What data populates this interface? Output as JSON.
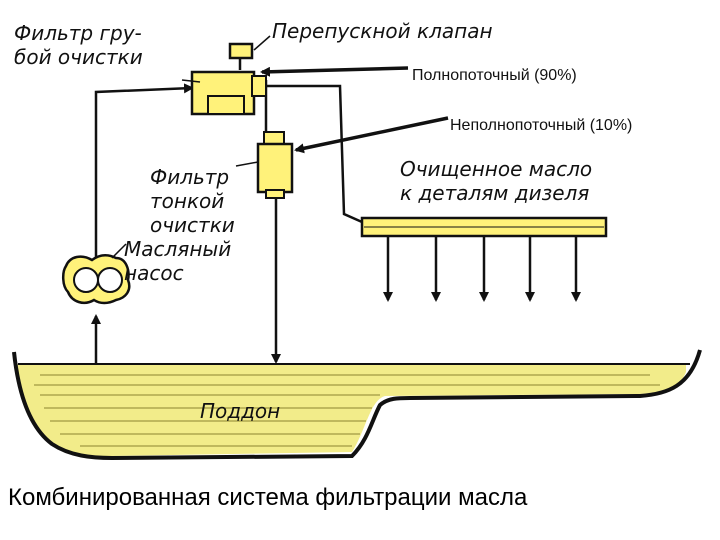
{
  "labels": {
    "coarse_filter": [
      "Фильтр гру-",
      "бой очистки"
    ],
    "bypass_valve": "Перепускной клапан",
    "fine_filter": [
      "Фильтр",
      "тонкой",
      "очистки"
    ],
    "oil_pump": [
      "Масляный",
      "насос"
    ],
    "clean_oil": [
      "Очищенное масло",
      "к деталям дизеля"
    ],
    "sump": "Поддон"
  },
  "annotations": {
    "full_flow": "Полнопоточный (90%)",
    "partial_flow": "Неполнопоточный (10%)"
  },
  "caption": "Комбинированная система фильтрации масла",
  "colors": {
    "oil": "#f2ec8a",
    "component": "#fff27a",
    "line": "#111111",
    "background": "#ffffff"
  }
}
